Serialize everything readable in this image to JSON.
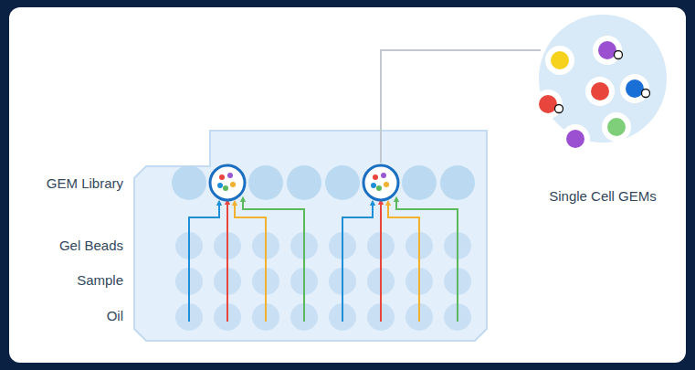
{
  "diagram": {
    "labels": [
      "GEM Library",
      "Gel Beads",
      "Sample",
      "Oil",
      "Single Cell GEMs"
    ]
  }
}
